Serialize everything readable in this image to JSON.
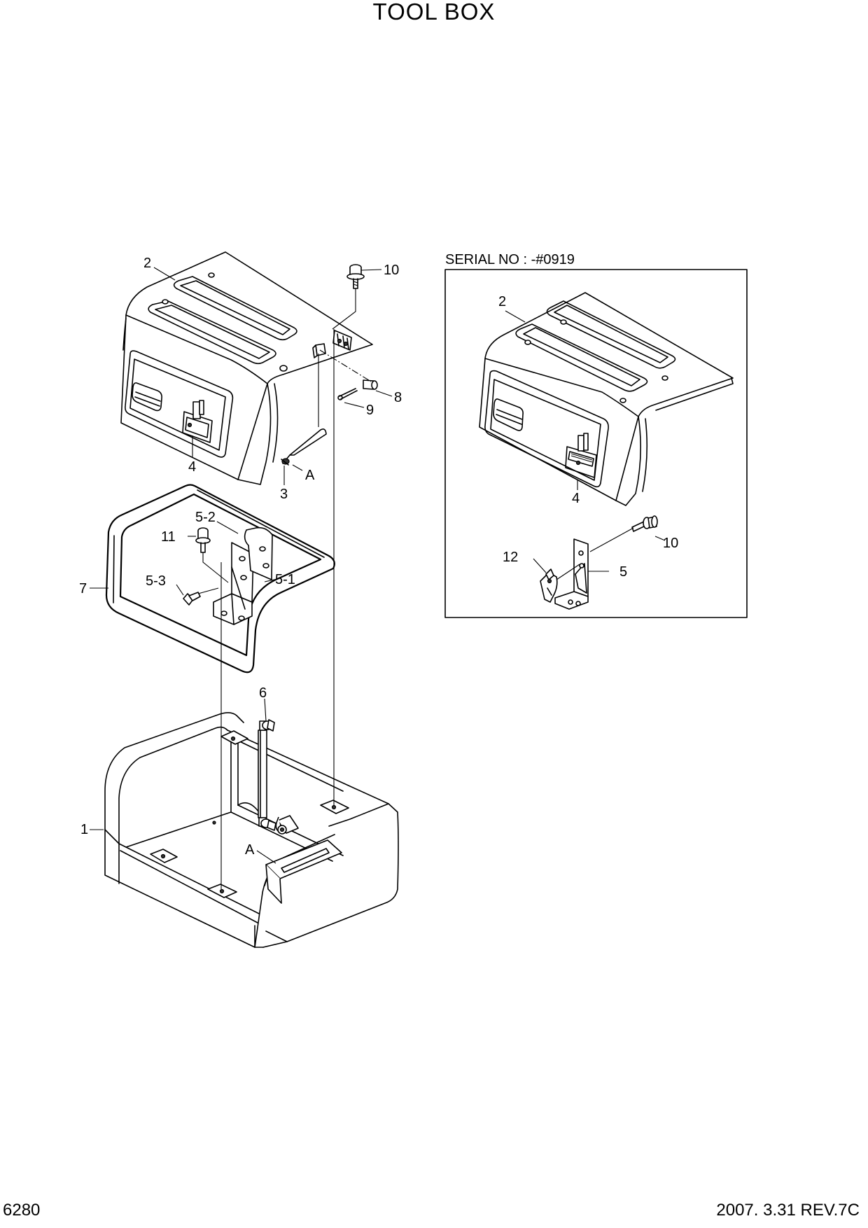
{
  "page": {
    "title": "TOOL BOX",
    "page_number": "6280",
    "revision": "2007. 3.31  REV.7C"
  },
  "inset": {
    "serial_label": "SERIAL NO : -#0919"
  },
  "callouts": {
    "main": {
      "c2": "2",
      "c10": "10",
      "c8": "8",
      "c9": "9",
      "c4": "4",
      "c3": "3",
      "cA_top": "A",
      "c5_2": "5-2",
      "c11": "11",
      "c7": "7",
      "c5_3": "5-3",
      "c5_1": "5-1",
      "c6": "6",
      "c1": "1",
      "cA_bottom": "A"
    },
    "inset": {
      "c2": "2",
      "c4": "4",
      "c10": "10",
      "c12": "12",
      "c5": "5"
    }
  }
}
